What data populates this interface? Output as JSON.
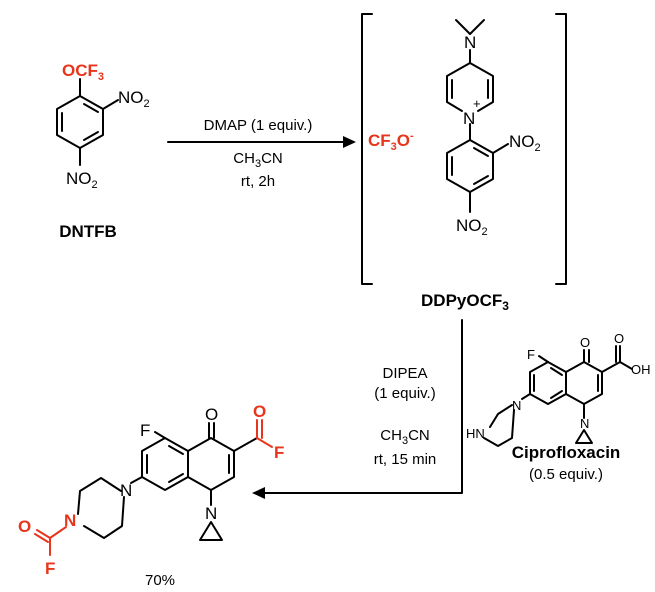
{
  "colors": {
    "highlight": "#e8351c",
    "ink": "#000000"
  },
  "reagent": {
    "name": "DNTFB",
    "ocf3": [
      "OCF",
      "3"
    ],
    "no2_a": [
      "NO",
      "2"
    ],
    "no2_b": [
      "NO",
      "2"
    ]
  },
  "step1": {
    "line1": "DMAP (1 equiv.)",
    "solvent": [
      "CH",
      "3",
      "CN"
    ],
    "line3": "rt, 2h"
  },
  "intermediate": {
    "name": [
      "DDPyOCF",
      "3"
    ],
    "counterion": [
      "CF",
      "3",
      "O",
      "-"
    ],
    "nme2": "N",
    "pyridinium_n": "N",
    "charge": "+",
    "no2_a": [
      "NO",
      "2"
    ],
    "no2_b": [
      "NO",
      "2"
    ]
  },
  "cipro": {
    "name": "Ciprofloxacin",
    "amount": "(0.5 equiv.)",
    "f": "F",
    "o": "O",
    "oh": "OH",
    "hn": "HN",
    "n1": "N",
    "n2": "N"
  },
  "step2": {
    "line1": "DIPEA",
    "line2": "(1 equiv.)",
    "solvent": [
      "CH",
      "3",
      "CN"
    ],
    "line4": "rt, 15 min"
  },
  "product": {
    "f_ring": "F",
    "o_ketone": "O",
    "o_acyl": "O",
    "f_acyl": "F",
    "n_pip": "N",
    "n_quin": "N",
    "n_carb": "N",
    "o_carb": "O",
    "f_carb": "F",
    "yield": "70%"
  }
}
